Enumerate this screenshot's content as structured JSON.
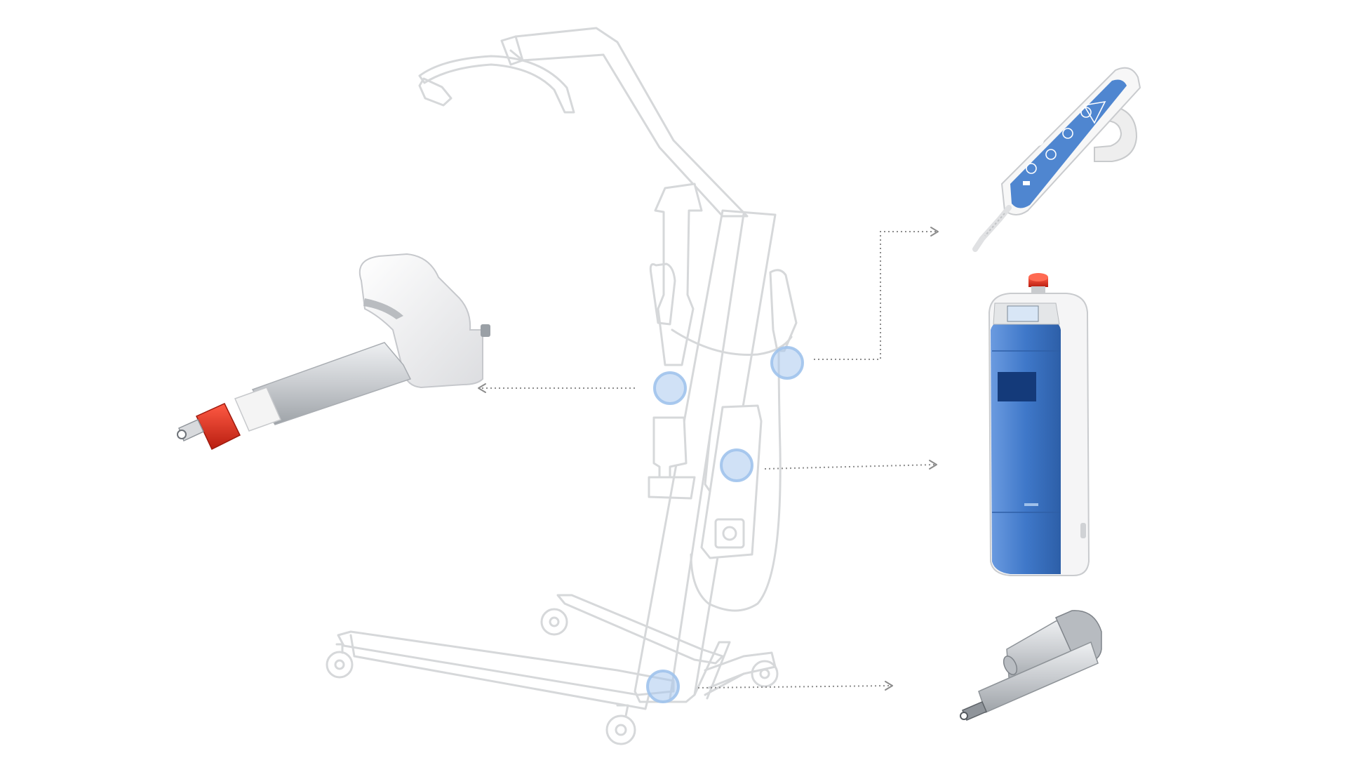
{
  "image": {
    "description_title": ""
  },
  "colors": {
    "lift_outline": "#d6d8da",
    "hotspot": "#a9c6ee",
    "leader_line": "#8c8c8c",
    "control_box_blue": "#3f78c9",
    "handset_blue": "#4f86d0",
    "actuator_red": "#e0301e",
    "actuator_white": "#f2f2f2",
    "aluminium": "#c9ccd0"
  },
  "components": [
    {
      "name": "large-linear-actuator",
      "icon": "linear-actuator-icon"
    },
    {
      "name": "hand-control-pendant",
      "icon": "hand-control-icon"
    },
    {
      "name": "control-box",
      "icon": "control-box-icon"
    },
    {
      "name": "compact-linear-actuator",
      "icon": "small-actuator-icon"
    }
  ],
  "hotspots": [
    {
      "name": "hotspot-boom-actuator",
      "target": "large-linear-actuator"
    },
    {
      "name": "hotspot-handle",
      "target": "hand-control-pendant"
    },
    {
      "name": "hotspot-control-box",
      "target": "control-box"
    },
    {
      "name": "hotspot-base",
      "target": "compact-linear-actuator"
    }
  ]
}
